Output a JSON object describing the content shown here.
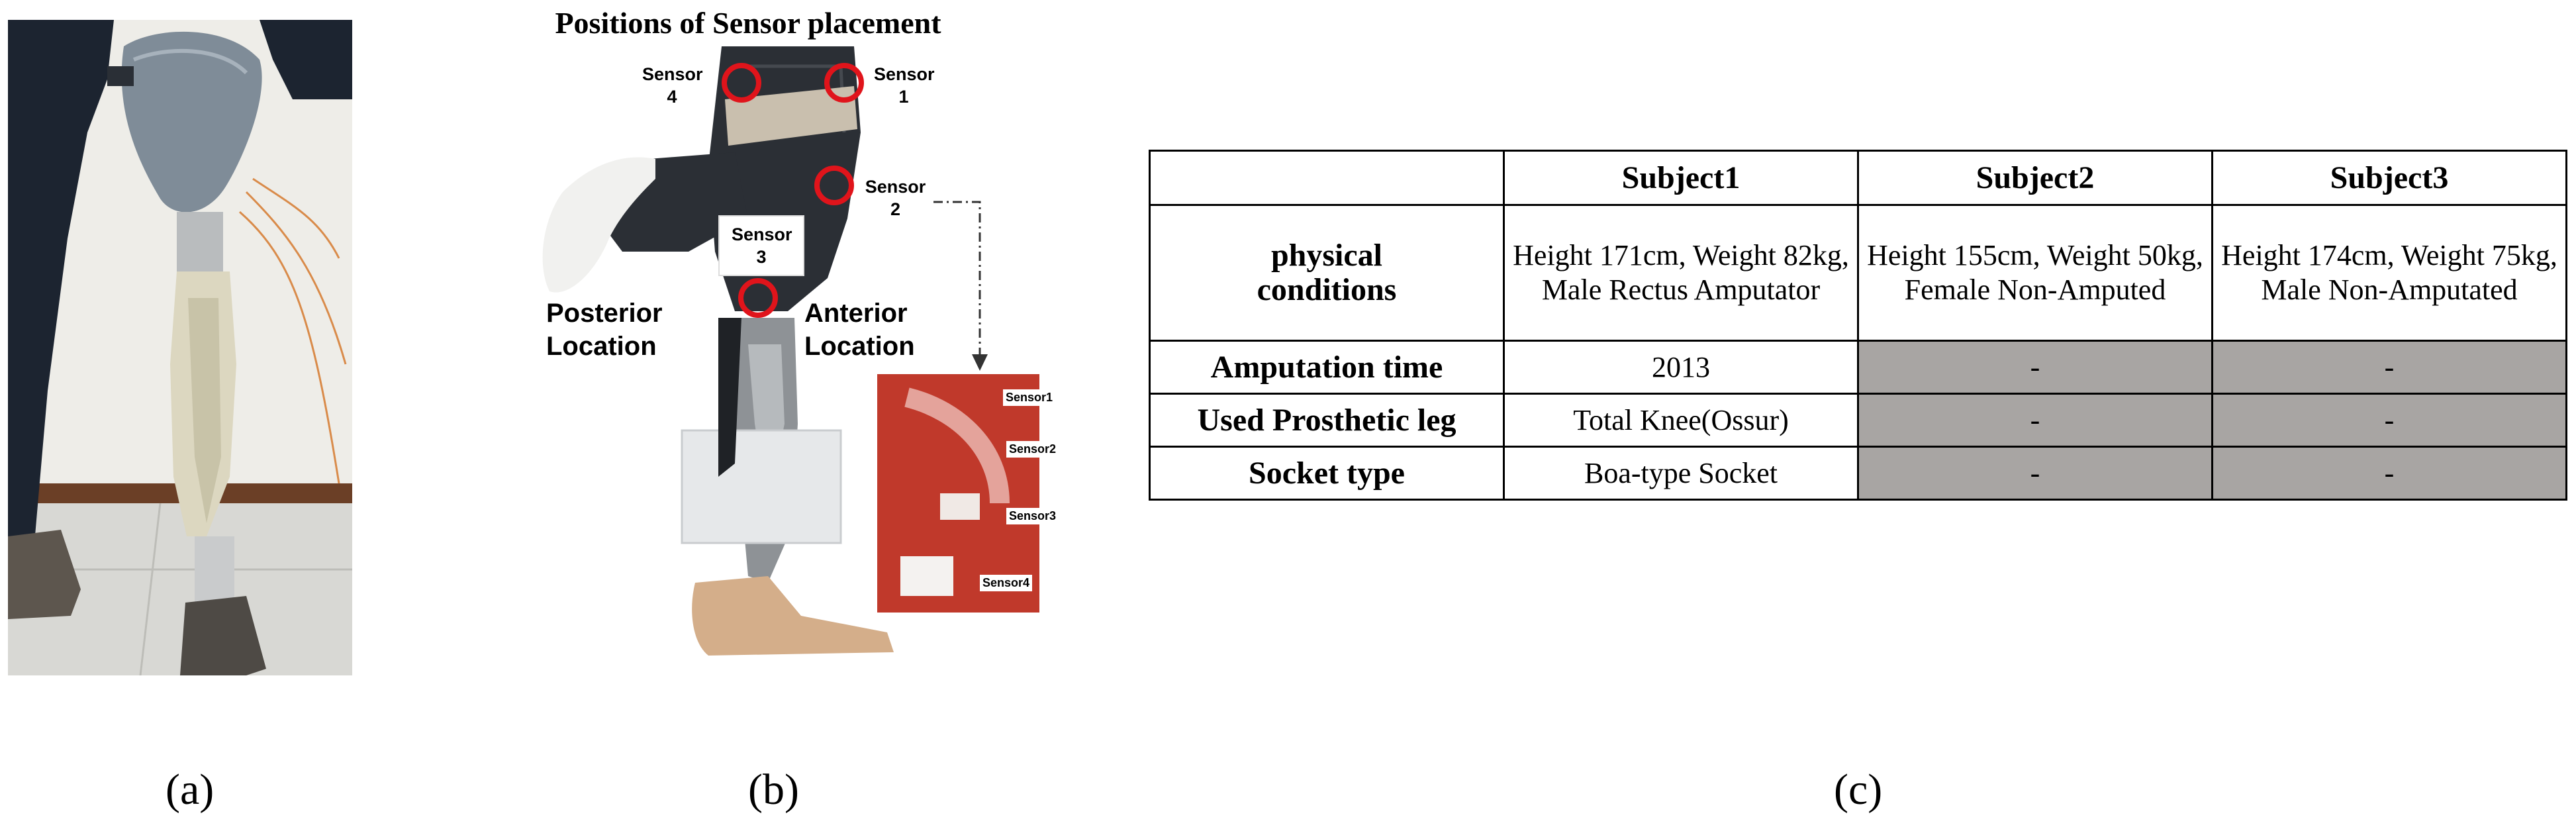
{
  "panel_b": {
    "title": "Positions of Sensor placement",
    "sensor1": "Sensor 1",
    "sensor2": "Sensor 2",
    "sensor3": "Sensor 3",
    "sensor4": "Sensor 4",
    "posterior": "Posterior Location",
    "anterior": "Anterior Location",
    "inset": {
      "sensor1": "Sensor1",
      "sensor2": "Sensor2",
      "sensor3": "Sensor3",
      "sensor4": "Sensor4"
    }
  },
  "table": {
    "headers": [
      "",
      "Subject1",
      "Subject2",
      "Subject3"
    ],
    "rows": [
      {
        "label": "physical conditions",
        "cells": [
          "Height 171cm, Weight 82kg, Male Rectus Amputator",
          "Height 155cm, Weight 50kg, Female Non-Amputed",
          "Height 174cm, Weight 75kg, Male Non-Amputated"
        ]
      },
      {
        "label": "Amputation time",
        "cells": [
          "2013",
          "-",
          "-"
        ]
      },
      {
        "label": "Used Prosthetic leg",
        "cells": [
          "Total Knee(Ossur)",
          "-",
          "-"
        ]
      },
      {
        "label": "Socket type",
        "cells": [
          "Boa-type Socket",
          "-",
          "-"
        ]
      }
    ]
  },
  "captions": {
    "a": "(a)",
    "b": "(b)",
    "c": "(c)"
  },
  "colors": {
    "sensor_circle": "#e0141b",
    "na_cell": "#a8a5a3",
    "inset_bg": "#c0392b"
  }
}
